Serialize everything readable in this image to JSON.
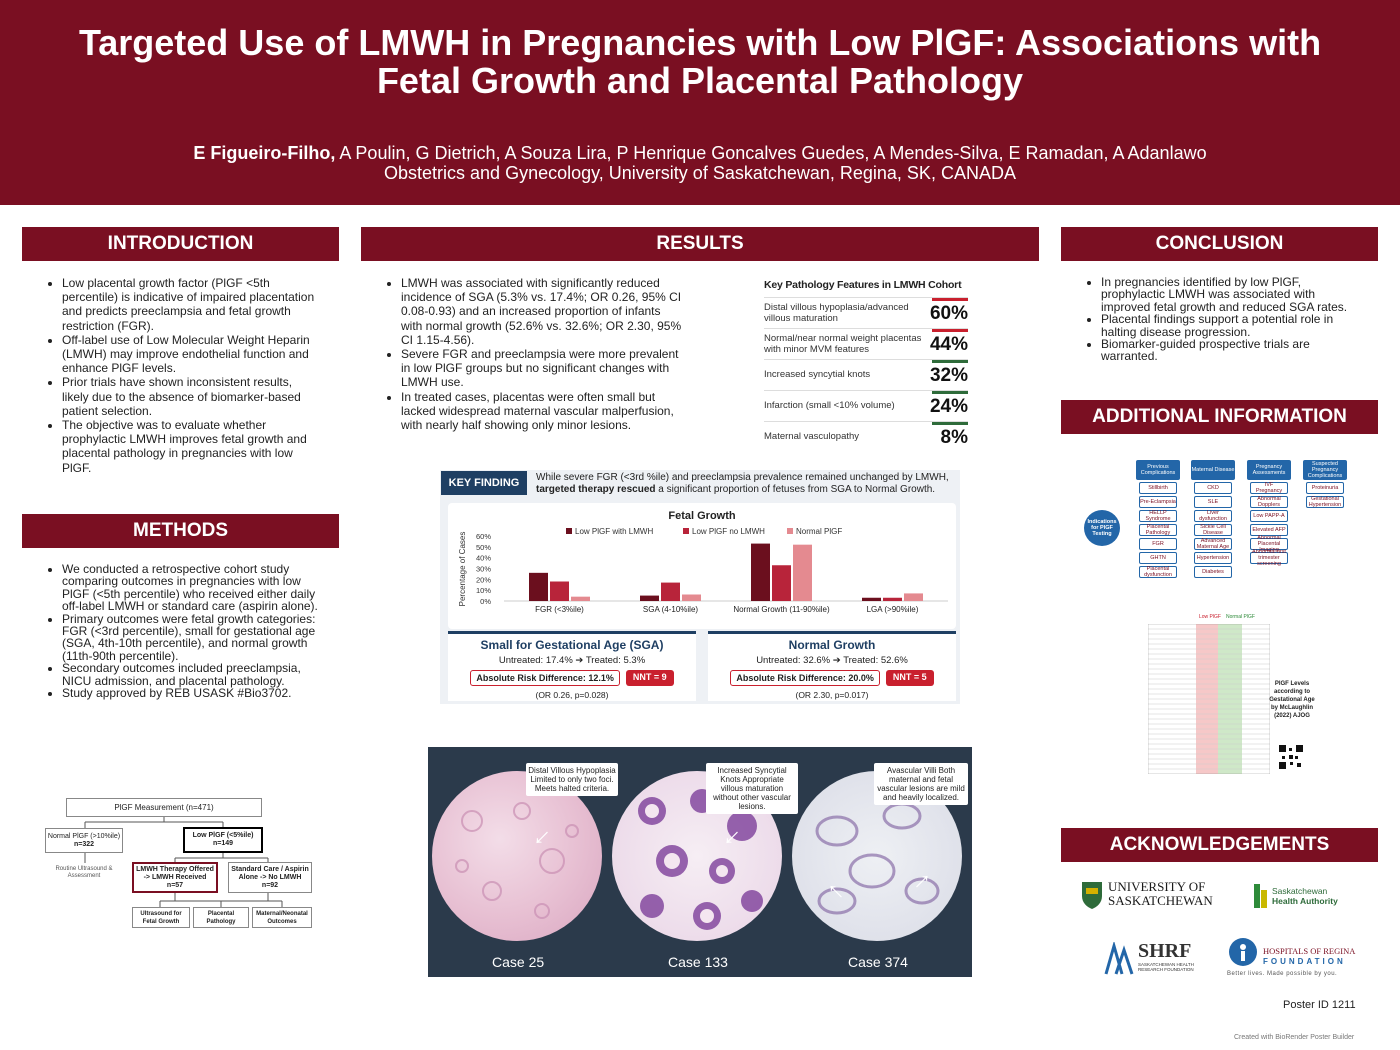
{
  "header": {
    "title": "Targeted Use of LMWH in Pregnancies with Low PlGF: Associations with Fetal Growth and Placental Pathology",
    "lead_author": "E Figueiro-Filho,",
    "coauthors": " A Poulin, G Dietrich, A Souza Lira, P Henrique Goncalves Guedes, A Mendes-Silva, E Ramadan, A Adanlawo",
    "affiliation": "Obstetrics and Gynecology, University of Saskatchewan, Regina, SK, CANADA"
  },
  "sections": {
    "introduction": "INTRODUCTION",
    "methods": "METHODS",
    "results": "RESULTS",
    "conclusion": "CONCLUSION",
    "additional": "ADDITIONAL INFORMATION",
    "acknowledgements": "ACKNOWLEDGEMENTS"
  },
  "introduction": [
    "Low placental growth factor (PlGF <5th percentile) is indicative of impaired placentation and predicts preeclampsia and fetal growth restriction (FGR).",
    "Off-label use of Low Molecular Weight Heparin (LMWH) may improve endothelial function and enhance PlGF levels.",
    "Prior trials have shown inconsistent results, likely due to the absence of biomarker-based patient selection.",
    "The objective was to evaluate whether prophylactic LMWH improves fetal growth and placental pathology in pregnancies with low PlGF."
  ],
  "methods": [
    "We conducted a retrospective cohort study comparing outcomes in pregnancies with low PlGF (<5th percentile) who received either daily off-label  LMWH or standard care (aspirin alone).",
    "Primary outcomes were fetal growth categories: FGR (<3rd percentile), small for gestational age (SGA, 4th-10th percentile), and normal growth (11th-90th percentile).",
    "Secondary outcomes included preeclampsia, NICU admission, and placental pathology.",
    " Study approved by REB USASK #Bio3702."
  ],
  "flow": {
    "top": "PlGF Measurement (n=471)",
    "normal": "Normal PlGF (>10%ile)",
    "normal_n": "n=322",
    "low": "Low PlGF (<5%ile)",
    "low_n": "n=149",
    "routine": "Routine Ultrasound & Assessment",
    "lmwh": "LMWH Therapy Offered -> LMWH Received",
    "lmwh_n": "n=57",
    "std": "Standard Care / Aspirin Alone -> No LMWH",
    "std_n": "n=92",
    "o1": "Ultrasound for Fetal Growth",
    "o2": "Placental Pathology",
    "o3": "Maternal/Neonatal Outcomes"
  },
  "results": [
    "LMWH was associated with significantly reduced incidence of SGA (5.3% vs. 17.4%; OR 0.26, 95% CI 0.08-0.93) and an increased proportion of infants with normal growth (52.6% vs. 32.6%; OR 2.30, 95% CI 1.15-4.56).",
    "Severe FGR and preeclampsia were more prevalent in low PlGF groups but no significant changes with LMWH use.",
    "In treated cases, placentas were often small but lacked widespread maternal vascular malperfusion, with nearly half showing only minor lesions."
  ],
  "pathology": {
    "title": "Key Pathology Features in LMWH Cohort",
    "items": [
      {
        "label": "Distal villous hypoplasia/advanced villous maturation",
        "value": "60%",
        "color": "#c9202e"
      },
      {
        "label": "Normal/near normal weight placentas with minor MVM features",
        "value": "44%",
        "color": "#c9202e"
      },
      {
        "label": "Increased syncytial knots",
        "value": "32%",
        "color": "#2e6b3a"
      },
      {
        "label": "Infarction (small <10% volume)",
        "value": "24%",
        "color": "#2e6b3a"
      },
      {
        "label": "Maternal vasculopathy",
        "value": "8%",
        "color": "#2e6b3a"
      }
    ]
  },
  "key_finding": {
    "tag": "KEY FINDING",
    "text_a": "While severe FGR (<3rd %ile) and preeclampsia prevalence remained unchanged by LMWH, ",
    "text_b": "targeted therapy rescued",
    "text_c": " a significant proportion of fetuses from SGA to Normal Growth."
  },
  "chart_data": {
    "type": "bar",
    "title": "Fetal Growth",
    "ylabel": "Percentage of Cases",
    "categories": [
      "FGR (<3%ile)",
      "SGA (4-10%ile)",
      "Normal Growth (11-90%ile)",
      "LGA (>90%ile)"
    ],
    "ylim": [
      0,
      60
    ],
    "yticks": [
      "0%",
      "10%",
      "20%",
      "30%",
      "40%",
      "50%",
      "60%"
    ],
    "series": [
      {
        "name": "Low PlGF with LMWH",
        "values": [
          26,
          5,
          53,
          3
        ],
        "color": "#6b0f1e"
      },
      {
        "name": "Low PlGF no LMWH",
        "values": [
          18,
          17,
          33,
          3
        ],
        "color": "#b8243a"
      },
      {
        "name": "Normal PlGF",
        "values": [
          4,
          6,
          52,
          7
        ],
        "color": "#e48a90"
      }
    ]
  },
  "cards": [
    {
      "title": "Small for Gestational Age (SGA)",
      "line": "Untreated: 17.4% ➔ Treated: 5.3%",
      "ard": "Absolute Risk Difference: 12.1%",
      "nnt": "NNT = 9",
      "or": "(OR 0.26, p=0.028)"
    },
    {
      "title": "Normal Growth",
      "line": "Untreated: 32.6% ➔ Treated: 52.6%",
      "ard": "Absolute Risk Difference: 20.0%",
      "nnt": "NNT = 5",
      "or": "(OR 2.30, p=0.017)"
    }
  ],
  "micro": [
    {
      "callout": "Distal Villous Hypoplasia Limited to only two foci. Meets halted criteria.",
      "case": "Case 25"
    },
    {
      "callout": "Increased Syncytial Knots Appropriate villous maturation without other vascular lesions.",
      "case": "Case 133"
    },
    {
      "callout": "Avascular Villi Both maternal and fetal vascular lesions are mild and heavily localized.",
      "case": "Case 374"
    }
  ],
  "conclusion": [
    "In pregnancies identified by low PlGF, prophylactic LMWH was associated with improved fetal growth and reduced SGA rates.",
    "Placental findings support a potential role in halting disease progression.",
    "Biomarker-guided prospective trials are warranted."
  ],
  "additional": {
    "center": "Indications for PlGF Testing",
    "cols": [
      {
        "head": "Previous Complications",
        "items": [
          "Stillbirth",
          "Pre-Eclampsia",
          "HELLP Syndrome",
          "Placental Pathology",
          "FGR",
          "GHTN",
          "Placental dysfunction"
        ]
      },
      {
        "head": "Maternal Disease",
        "items": [
          "CKD",
          "SLE",
          "Liver dysfunction",
          "Sickle Cell Disease",
          "Advanced Maternal Age",
          "Hypertension",
          "Diabetes"
        ]
      },
      {
        "head": "Pregnancy Assessments",
        "items": [
          "IVF Pregnancy",
          "Abnormal Dopplers",
          "Low PAPP-A",
          "Elevated AFP",
          "Abnormal Placental Imaging",
          "Abnormal first trimester screening"
        ]
      },
      {
        "head": "Suspected Pregnancy Complications",
        "items": [
          "Proteinuria",
          "Gestational Hypertension"
        ]
      }
    ],
    "table_caption": "PlGF Levels according to Gestational Age by McLaughlin (2022) AJOG",
    "low": "Low PlGF",
    "normal": "Normal PlGF"
  },
  "ack": {
    "usask_1": "UNIVERSITY OF",
    "usask_2": "SASKATCHEWAN",
    "sha_1": "Saskatchewan",
    "sha_2": "Health Authority",
    "shrf": "SHRF",
    "shrf_sub": "SASKATCHEWAN HEALTH RESEARCH FOUNDATION",
    "hor_1": "HOSPITALS OF REGINA",
    "hor_2": "FOUNDATION",
    "hor_3": "Better lives. Made possible by you."
  },
  "footer": {
    "poster_id": "Poster ID 1211",
    "builder": "Created with BioRender Poster Builder"
  }
}
